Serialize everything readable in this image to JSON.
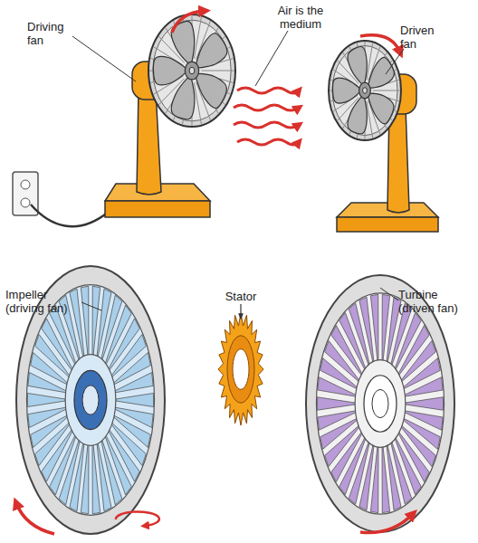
{
  "diagram": {
    "labels": [
      "Driving fan",
      "Air is the medium",
      "Driven fan",
      "Impeller (driving fan)",
      "Stator",
      "Turbine (driven fan)"
    ]
  }
}
